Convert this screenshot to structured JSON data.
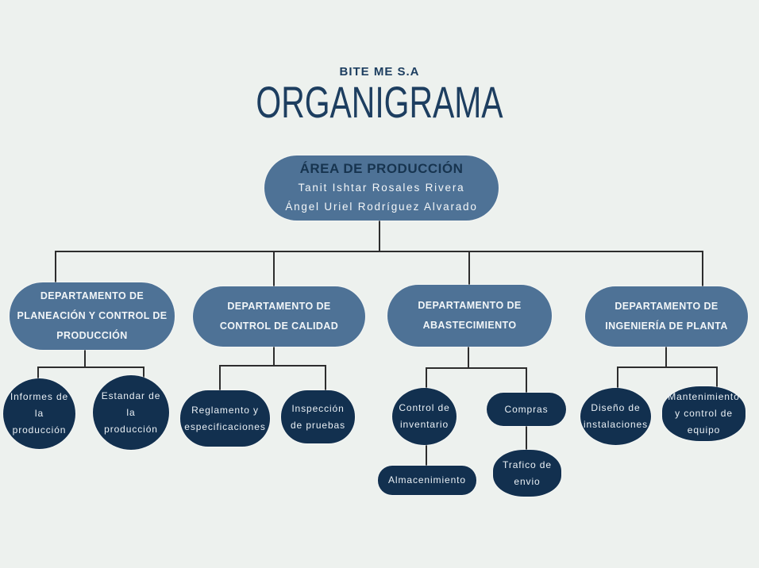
{
  "header": {
    "company": "BITE ME S.A",
    "title": "ORGANIGRAMA"
  },
  "root": {
    "title": "ÁREA DE PRODUCCIÓN",
    "members": [
      "Tanit Ishtar Rosales Rivera",
      "Ángel Uriel Rodríguez Alvarado"
    ]
  },
  "departments": [
    {
      "label": "DEPARTAMENTO DE PLANEACIÓN Y CONTROL DE PRODUCCIÓN",
      "lines": [
        "DEPARTAMENTO DE",
        "PLANEACIÓN Y CONTROL DE",
        "PRODUCCIÓN"
      ],
      "children": [
        {
          "label": "Informes de la producción",
          "lines": [
            "Informes de",
            "la",
            "producción"
          ]
        },
        {
          "label": "Estandar de la producción",
          "lines": [
            "Estandar de",
            "la",
            "producción"
          ]
        }
      ]
    },
    {
      "label": "DEPARTAMENTO DE CONTROL DE CALIDAD",
      "lines": [
        "DEPARTAMENTO DE",
        "CONTROL DE CALIDAD"
      ],
      "children": [
        {
          "label": "Reglamento y especificaciones",
          "lines": [
            "Reglamento y",
            "especificaciones"
          ]
        },
        {
          "label": "Inspección de pruebas",
          "lines": [
            "Inspección",
            "de pruebas"
          ]
        }
      ]
    },
    {
      "label": "DEPARTAMENTO DE ABASTECIMIENTO",
      "lines": [
        "DEPARTAMENTO DE",
        "ABASTECIMIENTO"
      ],
      "children": [
        {
          "label": "Control de inventario",
          "lines": [
            "Control de",
            "inventario"
          ],
          "children": [
            {
              "label": "Almacenimiento",
              "lines": [
                "Almacenimiento"
              ]
            }
          ]
        },
        {
          "label": "Compras",
          "lines": [
            "Compras"
          ],
          "children": [
            {
              "label": "Trafico de envio",
              "lines": [
                "Trafico de",
                "envio"
              ]
            }
          ]
        }
      ]
    },
    {
      "label": "DEPARTAMENTO DE INGENIERÍA DE PLANTA",
      "lines": [
        "DEPARTAMENTO DE",
        "INGENIERÍA DE PLANTA"
      ],
      "children": [
        {
          "label": "Diseño de instalaciones",
          "lines": [
            "Diseño de",
            "instalaciones"
          ]
        },
        {
          "label": "Mantenimiento y control de equipo",
          "lines": [
            "Mantenimiento",
            "y control de",
            "equipo"
          ]
        }
      ]
    }
  ],
  "colors": {
    "background": "#edf1ee",
    "primary_node": "#4e7296",
    "secondary_node": "#12304f",
    "heading_text": "#1d3e60",
    "root_title_text": "#17344f",
    "node_text": "#f2f6f8",
    "connector": "#2d2d2d"
  }
}
